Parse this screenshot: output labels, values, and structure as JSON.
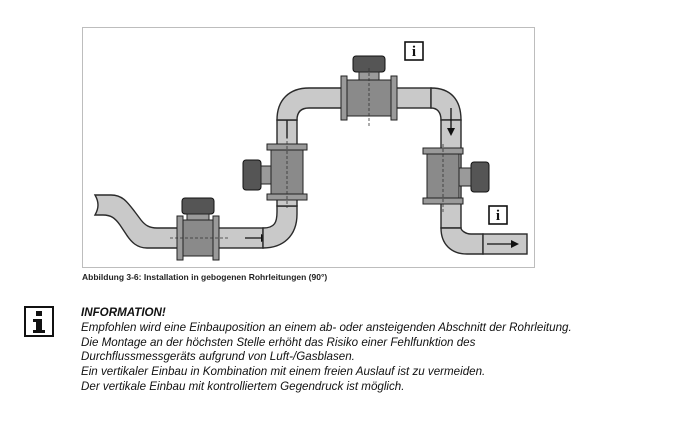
{
  "figure": {
    "caption": "Abbildung 3-6: Installation in gebogenen Rohrleitungen (90°)",
    "icons": [
      "info-icon",
      "info-icon"
    ]
  },
  "information": {
    "icon": "info-icon",
    "title": "INFORMATION!",
    "lines": [
      "Empfohlen wird eine Einbauposition an einem ab- oder ansteigenden Abschnitt der Rohrleitung.",
      "Die Montage an der höchsten Stelle erhöht das Risiko einer Fehlfunktion des",
      "Durchflussmessgeräts aufgrund von Luft-/Gasblasen.",
      "Ein vertikaler Einbau in Kombination mit einem freien Auslauf ist zu vermeiden.",
      "Der vertikale Einbau mit kontrolliertem Gegendruck ist möglich."
    ]
  }
}
